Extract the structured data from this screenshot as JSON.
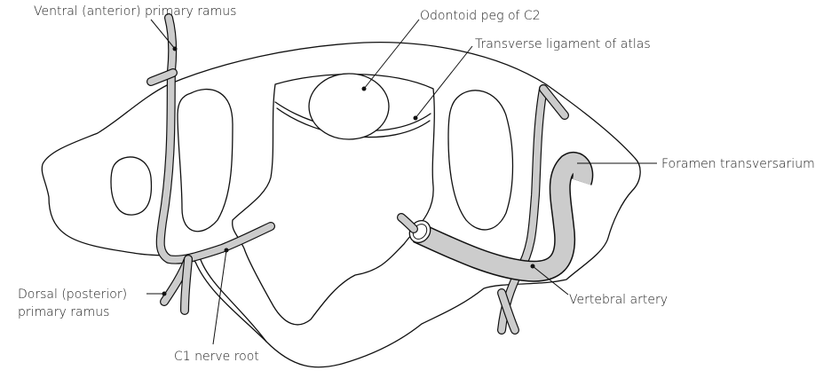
{
  "labels": {
    "ventral_ramus": "Ventral (anterior) primary ramus",
    "odontoid_peg": "Odontoid peg of C2",
    "transverse_ligament": "Transverse ligament of atlas",
    "foramen_transversarium": "Foramen transversarium",
    "dorsal_ramus_line1": "Dorsal (posterior)",
    "dorsal_ramus_line2": "primary ramus",
    "c1_nerve_root": "C1 nerve root",
    "vertebral_artery": "Vertebral artery"
  },
  "colors": {
    "outline": "#111111",
    "vessel_fill": "#cccccc",
    "background": "#ffffff"
  }
}
